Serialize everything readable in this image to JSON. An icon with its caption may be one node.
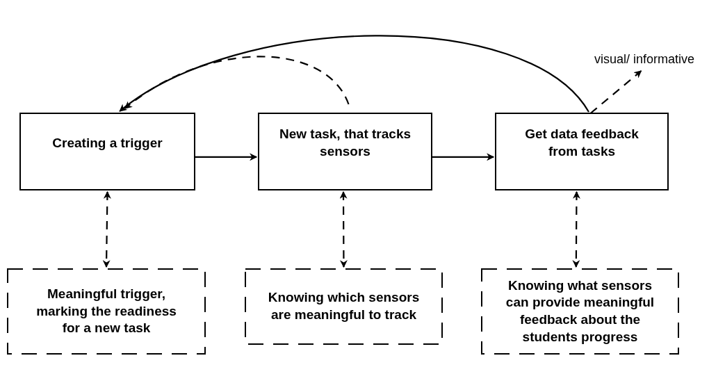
{
  "diagram": {
    "nodes": [
      {
        "text": [
          "Creating a trigger"
        ]
      },
      {
        "text": [
          "New task, that tracks sensors"
        ]
      },
      {
        "text": [
          "Get data feedback from tasks"
        ]
      },
      {
        "text": [
          "Meaningful trigger, marking the readiness for a new task"
        ]
      },
      {
        "text": [
          "Knowing which sensors are meaningful to track"
        ]
      },
      {
        "text": [
          "Knowing what sensors can provide meaningful feedback about the students progress"
        ]
      },
      {
        "text": [
          "visual/ informative"
        ]
      }
    ],
    "edges": [
      {
        "from": 0,
        "to": 1,
        "arrow": "to"
      },
      {
        "from": 1,
        "to": 2,
        "arrow": "to"
      },
      {
        "from": 2,
        "to": 0,
        "arrow": "to"
      },
      {
        "from": 1,
        "to": 0,
        "arrow": "to",
        "style": "dashed"
      },
      {
        "from": 2,
        "to": 6,
        "arrow": "to",
        "style": "dashed"
      },
      {
        "from": 0,
        "to": 3,
        "arrow": "both",
        "style": "dashed"
      },
      {
        "from": 1,
        "to": 4,
        "arrow": "both",
        "style": "dashed"
      },
      {
        "from": 2,
        "to": 5,
        "arrow": "both",
        "style": "dashed"
      }
    ]
  }
}
